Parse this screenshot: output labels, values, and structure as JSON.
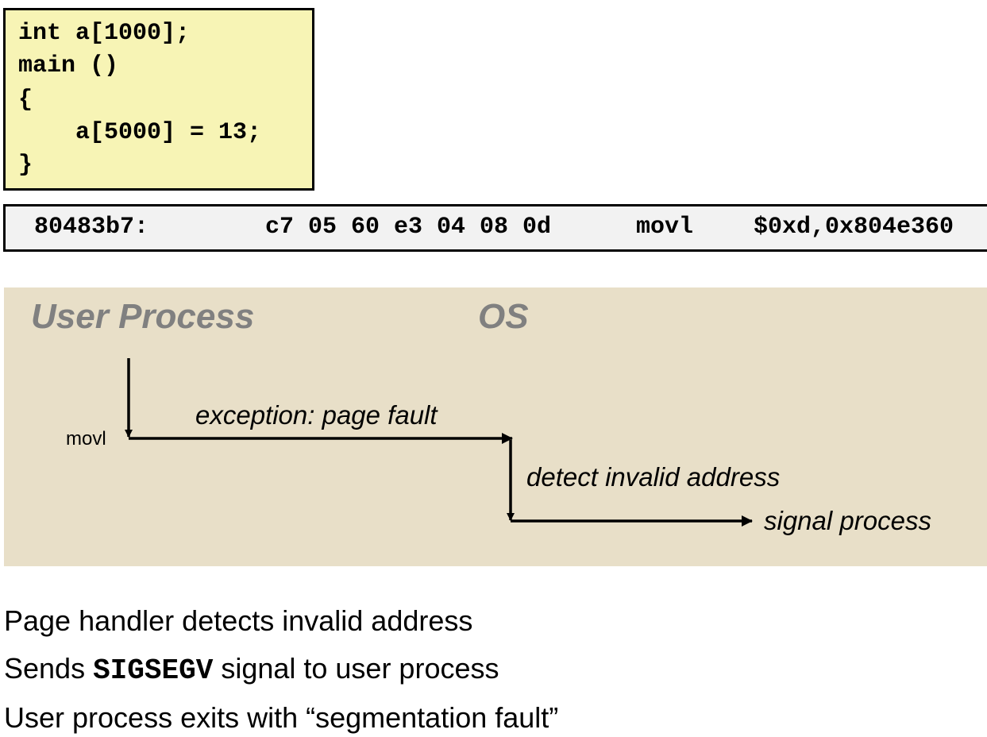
{
  "code": {
    "lines": [
      "int a[1000];",
      "main ()",
      "{",
      "    a[5000] = 13;",
      "}"
    ]
  },
  "asm": {
    "address": "80483b7:",
    "bytes": "c7 05 60 e3 04 08 0d",
    "mnemonic": "movl",
    "operands": "$0xd,0x804e360"
  },
  "diagram": {
    "user_process": "User Process",
    "os": "OS",
    "instruction": "movl",
    "exception": "exception: page fault",
    "detect": "detect invalid address",
    "signal": "signal process"
  },
  "bullets": {
    "b1": "Page handler detects invalid address",
    "b2_pre": "Sends ",
    "b2_mono": "SIGSEGV",
    "b2_post": " signal to user process",
    "b3": "User process exits with “segmentation fault”"
  }
}
